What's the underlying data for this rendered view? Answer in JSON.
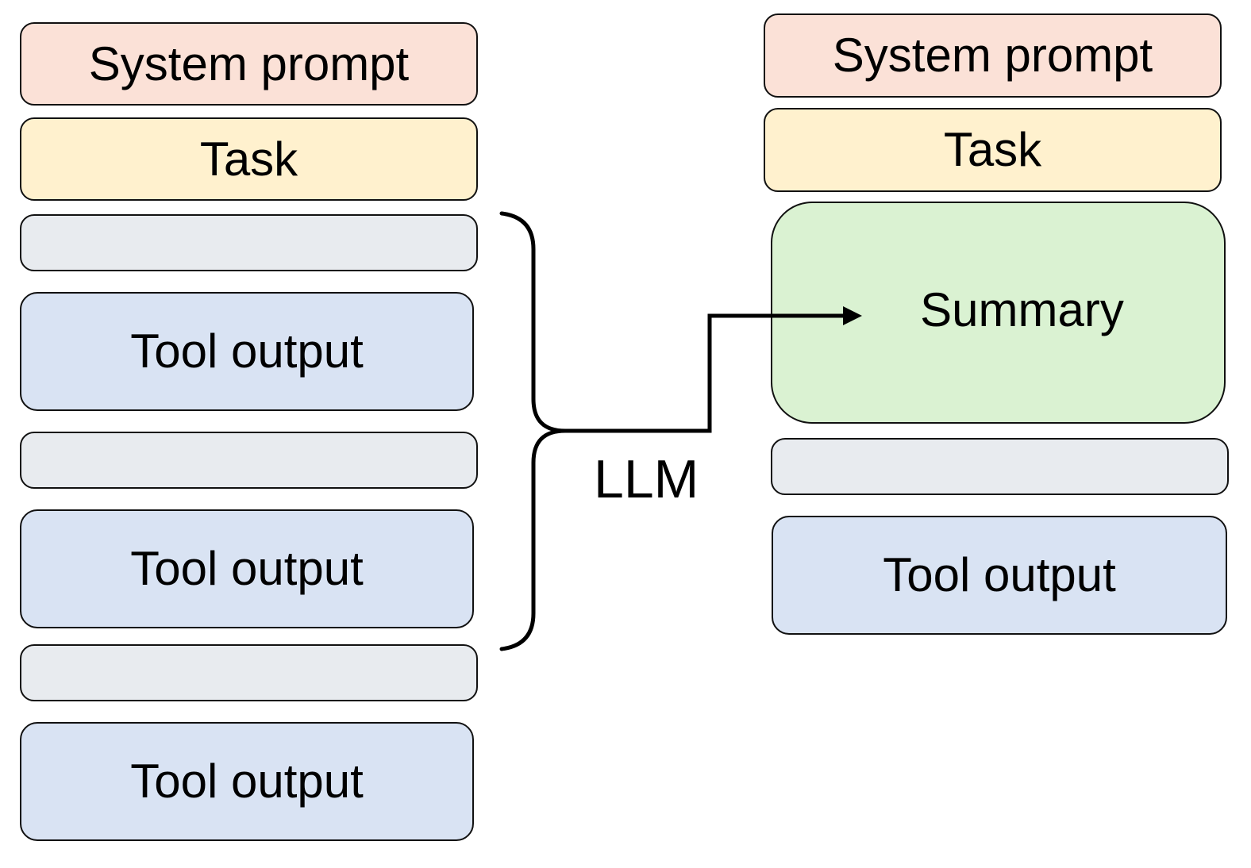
{
  "colors": {
    "system_prompt": "#FBE1D7",
    "task": "#FFF1CE",
    "message": "#E8EBEF",
    "tool_output": "#D9E3F3",
    "summary": "#DAF2D2",
    "stroke": "#000000"
  },
  "before": {
    "system_prompt": "System prompt",
    "task": "Task",
    "tool_output_1": "Tool output",
    "tool_output_2": "Tool output",
    "tool_output_3": "Tool output"
  },
  "connector": {
    "label": "LLM"
  },
  "after": {
    "system_prompt": "System prompt",
    "task": "Task",
    "summary": "Summary",
    "tool_output": "Tool output"
  }
}
